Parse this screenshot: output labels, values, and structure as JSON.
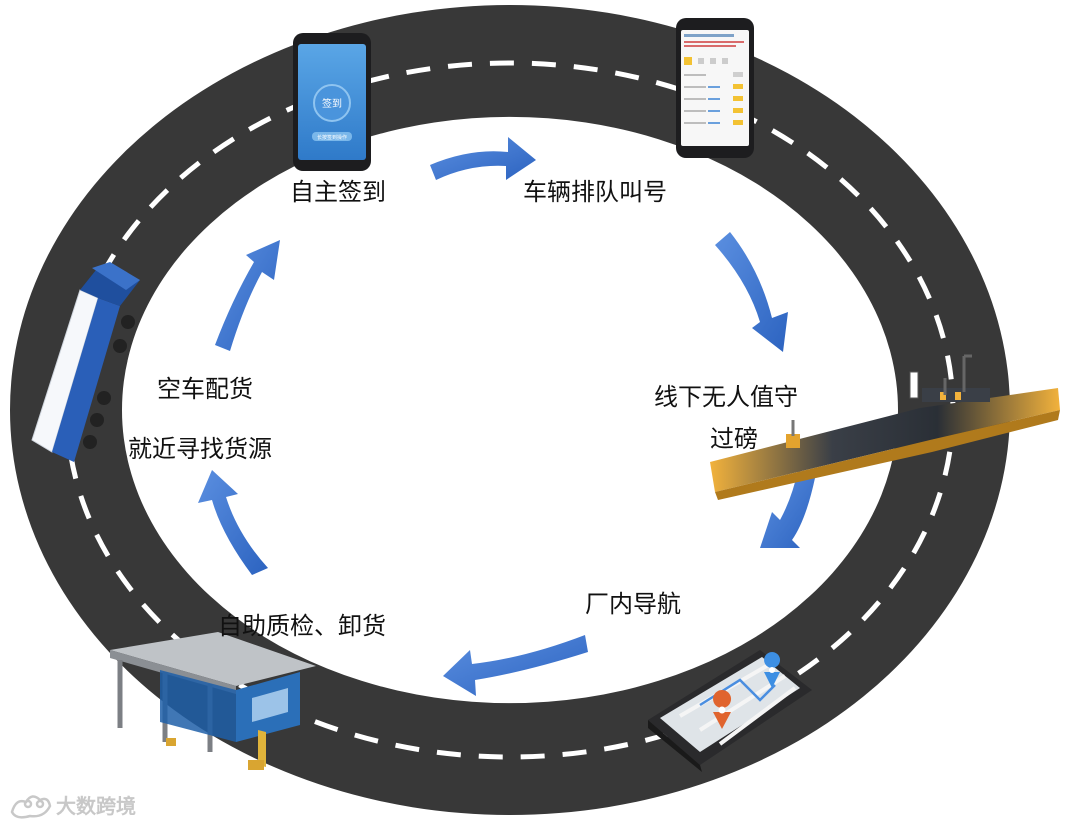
{
  "steps": [
    {
      "id": "sign-in",
      "label": "自主签到"
    },
    {
      "id": "queue",
      "label": "车辆排队叫号"
    },
    {
      "id": "weigh",
      "label_line1": "线下无人值守",
      "label_line2": "过磅"
    },
    {
      "id": "nav",
      "label": "厂内导航"
    },
    {
      "id": "inspect",
      "label": "自助质检、卸货"
    },
    {
      "id": "match",
      "label_line1": "空车配货",
      "label_line2": "就近寻找货源"
    }
  ],
  "phone1": {
    "button": "签到",
    "hint": "长按签到操作"
  },
  "watermark": {
    "text": "大数跨境"
  },
  "colors": {
    "road": "#383838",
    "lane": "#ffffff",
    "arrow": "#3a74cf",
    "scale": "#f0b23a",
    "truck": "#2a5fb8"
  }
}
